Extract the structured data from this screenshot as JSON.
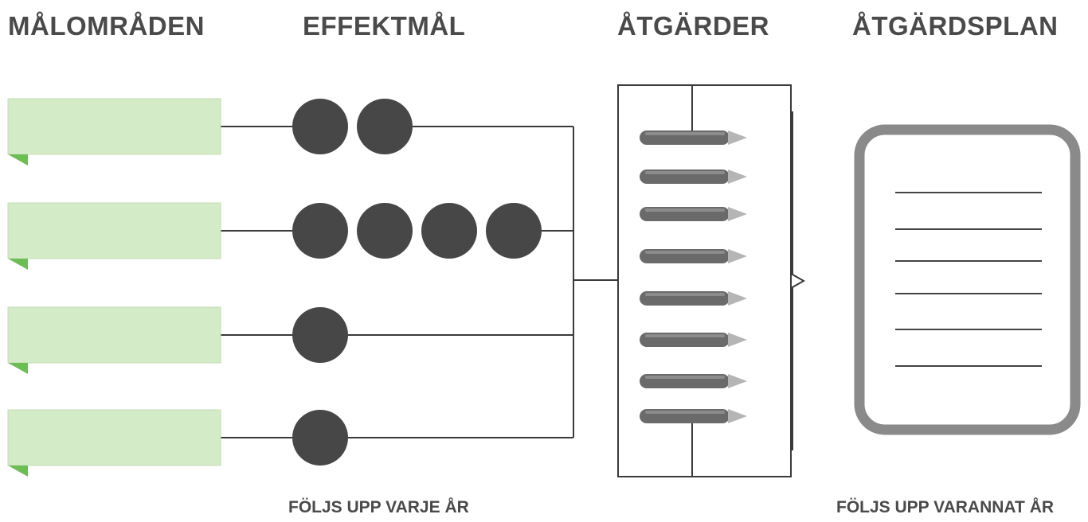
{
  "headings": {
    "goal_areas": "MÅLOMRÅDEN",
    "effect_goals": "EFFEKTMÅL",
    "measures": "ÅTGÄRDER",
    "action_plan": "ÅTGÄRDSPLAN"
  },
  "notes": {
    "yearly": "FÖLJS UPP VARJE ÅR",
    "biennial": "FÖLJS UPP VARANNAT ÅR"
  },
  "goal_areas": [
    {
      "effect_goal_count": 2
    },
    {
      "effect_goal_count": 4
    },
    {
      "effect_goal_count": 1
    },
    {
      "effect_goal_count": 1
    }
  ],
  "measure_count": 8,
  "plan_line_count": 6,
  "colors": {
    "banner_fill": "#d3ebc6",
    "banner_border": "#c3dcb5",
    "banner_fold": "#6bbf52",
    "goal_dot": "#474747",
    "connector": "#3a3a3a",
    "pencil_body": "#6a6a6a",
    "pencil_tip": "#b5b5b5",
    "plan_frame": "#8a8a8a",
    "text": "#4a4a4a"
  }
}
